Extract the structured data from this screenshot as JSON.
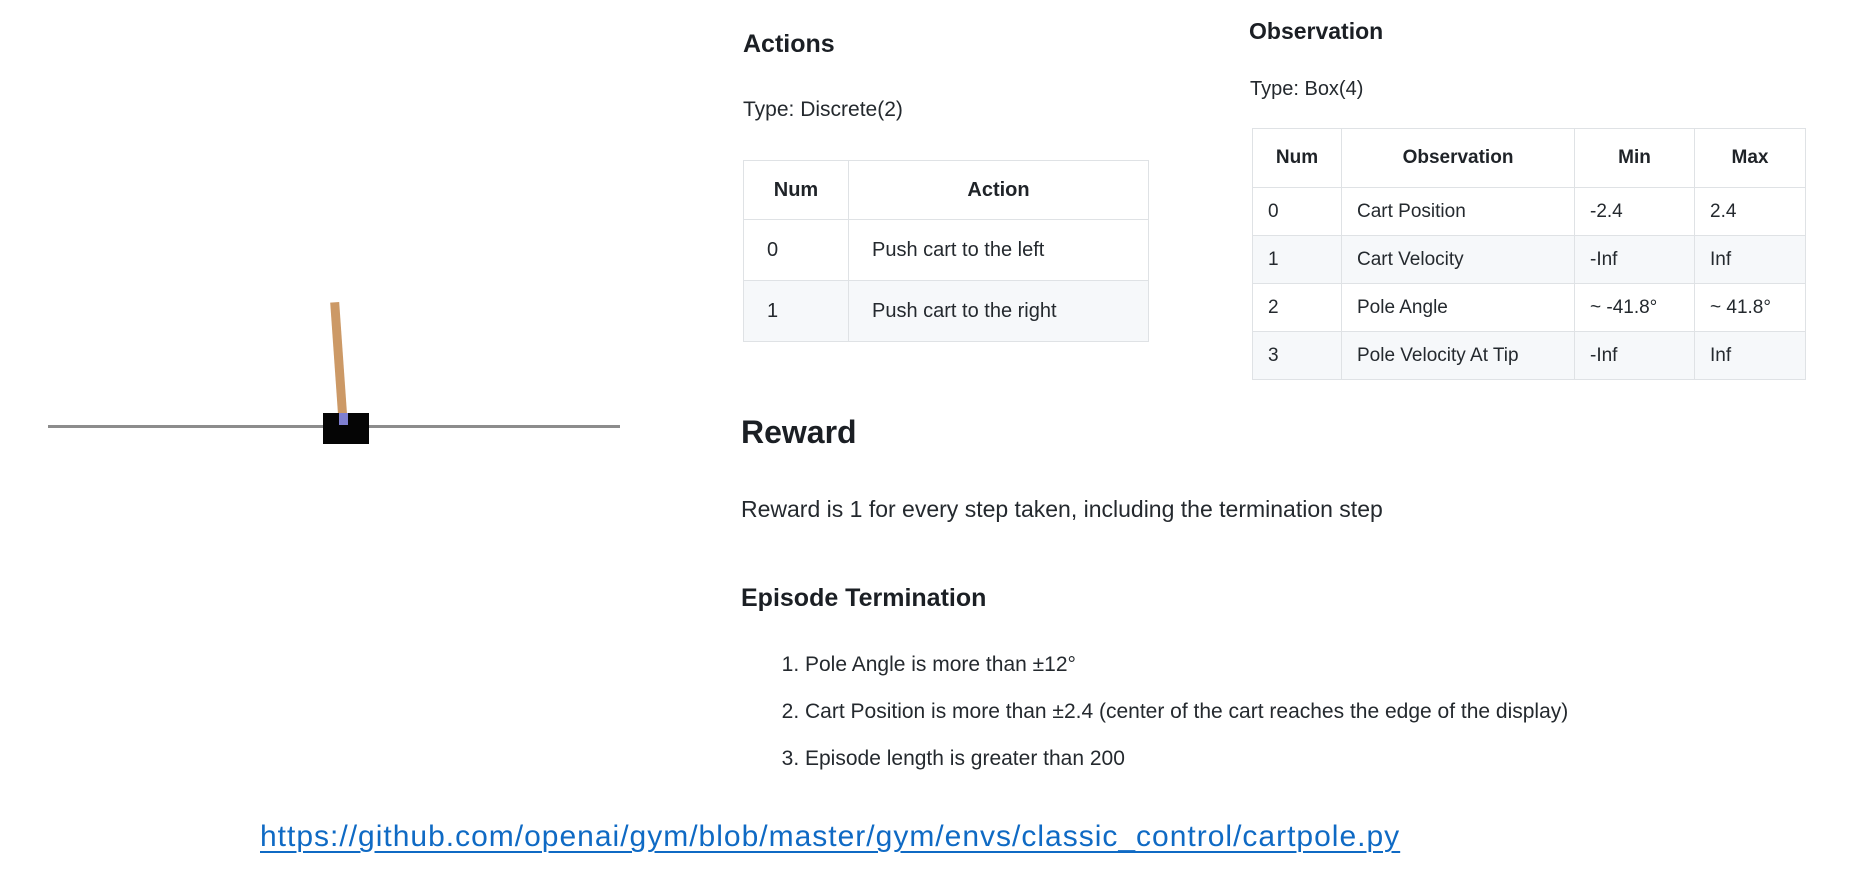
{
  "cartpole": {
    "name": "CartPole environment render",
    "track_color": "#8c8c8c",
    "cart_color": "#050505",
    "pole_color": "#cc9966",
    "axle_color": "#7f7fd0"
  },
  "actions": {
    "title": "Actions",
    "type_label": "Type: Discrete(2)",
    "table": {
      "headers": [
        "Num",
        "Action"
      ],
      "rows": [
        [
          "0",
          "Push cart to the left"
        ],
        [
          "1",
          "Push cart to the right"
        ]
      ]
    }
  },
  "observation": {
    "title": "Observation",
    "type_label": "Type: Box(4)",
    "table": {
      "headers": [
        "Num",
        "Observation",
        "Min",
        "Max"
      ],
      "rows": [
        [
          "0",
          "Cart Position",
          "-2.4",
          "2.4"
        ],
        [
          "1",
          "Cart Velocity",
          "-Inf",
          "Inf"
        ],
        [
          "2",
          "Pole Angle",
          "~ -41.8°",
          "~ 41.8°"
        ],
        [
          "3",
          "Pole Velocity At Tip",
          "-Inf",
          "Inf"
        ]
      ]
    }
  },
  "reward": {
    "title": "Reward",
    "description": "Reward is 1 for every step taken, including the termination step"
  },
  "episode_termination": {
    "title": "Episode Termination",
    "items": [
      "Pole Angle is more than ±12°",
      "Cart Position is more than ±2.4 (center of the cart reaches the edge of the display)",
      "Episode length is greater than 200"
    ]
  },
  "source_link": {
    "url": "https://github.com/openai/gym/blob/master/gym/envs/classic_control/cartpole.py",
    "color": "#0f6ac4"
  }
}
